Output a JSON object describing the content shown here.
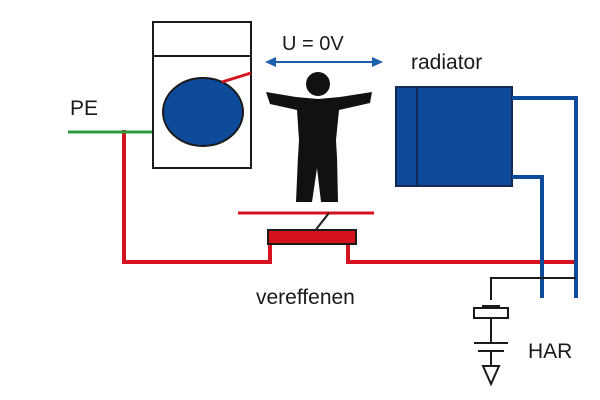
{
  "labels": {
    "voltage": "U = 0V",
    "radiator": "radiator",
    "pe": "PE",
    "equalize": "vereffenen",
    "har": "HAR"
  },
  "colors": {
    "red_wire": "#d5121f",
    "blue_device": "#0d4a9a",
    "blue_outline": "#142a55",
    "green_wire": "#2c9a3f",
    "black": "#111111",
    "pad_red": "#d5121f"
  },
  "icons": {
    "appliance": "washing-machine-icon",
    "person": "person-icon",
    "radiator": "radiator-icon",
    "ground": "ground-symbol-icon",
    "voltage_arrow": "double-arrow-icon"
  }
}
